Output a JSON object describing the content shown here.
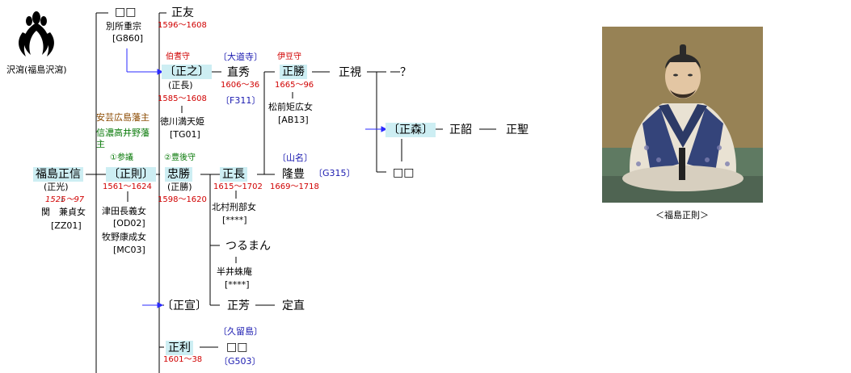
{
  "crest": {
    "label": "沢瀉(福島沢瀉)"
  },
  "portrait": {
    "caption": "＜福島正則＞"
  },
  "people": {
    "masanobu": {
      "name": "福島正信",
      "alias": "(正光)",
      "years": "1525～97",
      "wife": "関　兼貞女",
      "wife_code": "[ZZ01]"
    },
    "masanori": {
      "name": "〔正則〕",
      "rank": "①参議",
      "years": "1561～1624",
      "title1": "安芸広島藩主",
      "title2": "信濃高井野藩主",
      "wife1": "津田長義女",
      "wife1_code": "[OD02]",
      "wife2": "牧野康成女",
      "wife2_code": "[MC03]"
    },
    "unknown_top": {
      "name": "□□",
      "parent_name": "別所重宗",
      "parent_code": "[G860]"
    },
    "masatomo": {
      "name": "正友",
      "years": "1596～1608"
    },
    "masayuki": {
      "name": "〔正之〕",
      "rank": "伯耆守",
      "alias": "(正長)",
      "years": "1585～1608",
      "wife": "徳川満天姫",
      "wife_code": "[TG01]"
    },
    "naohide": {
      "name": "直秀",
      "note": "〔大道寺〕",
      "years": "1606～36",
      "code": "〔F311〕"
    },
    "tadakatsu": {
      "name": "忠勝",
      "rank": "②豊後守",
      "alias": "(正勝)",
      "years": "1598～1620"
    },
    "masanaga": {
      "name": "正長",
      "years": "1615～1702",
      "wife": "北村刑部女",
      "wife_code": "[****]"
    },
    "masakatsu": {
      "name": "正勝",
      "rank": "伊豆守",
      "years": "1665～96",
      "wife": "松前矩広女",
      "wife_code": "[AB13]"
    },
    "masami": {
      "name": "正視"
    },
    "question": {
      "name": "？"
    },
    "masamori": {
      "name": "〔正森〕"
    },
    "masatsugu": {
      "name": "正韶"
    },
    "masakiyo": {
      "name": "正聖"
    },
    "unknown_mid": {
      "name": "□□"
    },
    "takatoyo": {
      "name": "隆豊",
      "note": "〔山名〕",
      "years": "1669～1718",
      "code": "〔G315〕"
    },
    "tsurumaru": {
      "name": "つるまん",
      "wife": "半井蛛庵",
      "wife_code": "[****]"
    },
    "masanobu2": {
      "name": "〔正宣〕"
    },
    "masayoshi": {
      "name": "正芳"
    },
    "sadanao": {
      "name": "定直"
    },
    "masatoshi": {
      "name": "正利",
      "years": "1601～38"
    },
    "unknown_low": {
      "name": "□□",
      "note": "〔久留島〕",
      "code": "〔G503〕"
    }
  }
}
